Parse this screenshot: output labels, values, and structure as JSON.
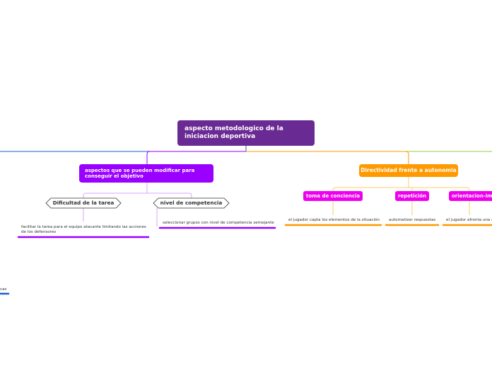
{
  "root": {
    "label": "aspecto metodologico de la iniciacion deportiva"
  },
  "left_branch": {
    "label": "aspectos que se pueden modificar para conseguir el objetivo",
    "children": [
      {
        "label": "Dificultad de la tarea",
        "leaf": "facilitar la tarea para el equipo atacante limitando las acciones de los defensores"
      },
      {
        "label": "nivel de competencia",
        "leaf": "seleccionar grupos con nivel de competencia semejante"
      }
    ]
  },
  "right_branch": {
    "label": "Directividad frente a autonomia",
    "children": [
      {
        "label": "toma de conciencia",
        "leaf": "el jugador capta los elementos de la situación"
      },
      {
        "label": "repetición",
        "leaf": "automatizar respuestas"
      },
      {
        "label": "orientacion-im",
        "leaf": "el jugador afronta una s"
      }
    ]
  },
  "offscreen_leaf": {
    "label": "cas"
  },
  "colors": {
    "root": "#6a2a93",
    "left": "#9900ff",
    "right": "#ff9900",
    "sub": "#ee00ee",
    "blue": "#1f5fd6",
    "green": "#8bd34a"
  }
}
